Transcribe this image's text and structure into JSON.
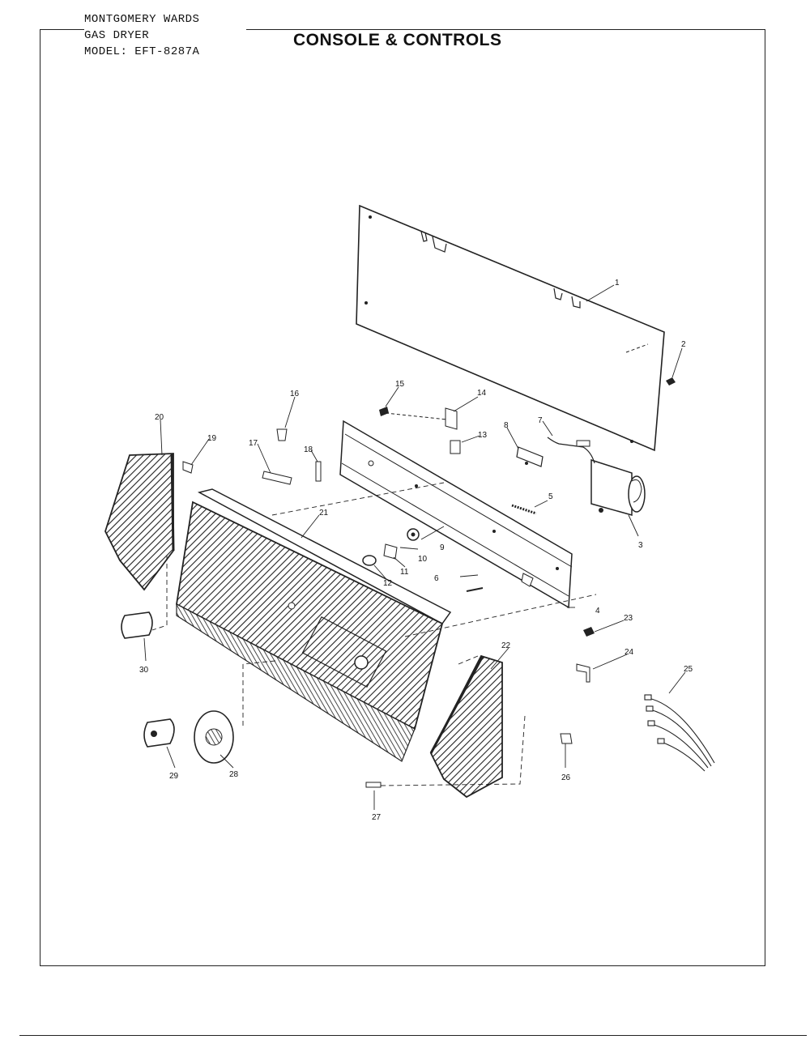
{
  "header": {
    "brand": "MONTGOMERY WARDS",
    "product": "GAS DRYER",
    "model": "MODEL: EFT-8287A"
  },
  "title": "CONSOLE & CONTROLS",
  "callouts": [
    "1",
    "2",
    "3",
    "4",
    "5",
    "6",
    "7",
    "8",
    "9",
    "10",
    "11",
    "12",
    "13",
    "14",
    "15",
    "16",
    "17",
    "18",
    "19",
    "20",
    "21",
    "22",
    "23",
    "24",
    "25",
    "26",
    "27",
    "28",
    "29",
    "30"
  ]
}
